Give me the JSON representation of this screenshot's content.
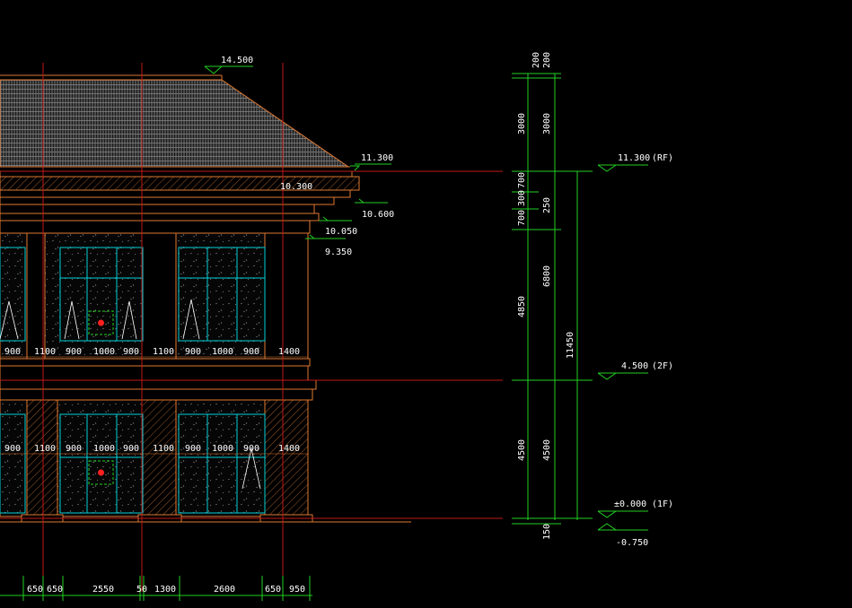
{
  "colors": {
    "background": "#000000",
    "wall": "#e07830",
    "wall_dark": "#b05a20",
    "roof": "#c8c8c8",
    "axis": "#c01818",
    "glass": "#00d0d8",
    "dim": "#22d022",
    "text": "#ffffff",
    "marker": "#ff2020",
    "marker_box": "#22d022"
  },
  "elevation_marks": {
    "ridge": "14.500",
    "eave": "11.300",
    "cornice_top": "10.300",
    "cornice_mid": "10.600",
    "cornice_low": "10.050",
    "beam": "9.350"
  },
  "window_dims_upper": [
    "900",
    "1100",
    "900",
    "1000",
    "900",
    "1100",
    "900",
    "1000",
    "900",
    "1400"
  ],
  "window_dims_lower": [
    "900",
    "1100",
    "900",
    "1000",
    "900",
    "1100",
    "900",
    "1000",
    "900",
    "1400"
  ],
  "bottom_dims": [
    "650",
    "650",
    "2550",
    "50",
    "1300",
    "2600",
    "650",
    "950"
  ],
  "dim_col1": [
    "200",
    "200",
    "3000",
    "700",
    "300",
    "700",
    "4850",
    "4500",
    "150"
  ],
  "dim_col2": [
    "3000",
    "250",
    "6800",
    "4500"
  ],
  "dim_total": "11450",
  "level_marks": [
    {
      "value": "11.300",
      "floor": "(RF)"
    },
    {
      "value": "4.500",
      "floor": "(2F)"
    },
    {
      "value": "±0.000",
      "floor": "(1F)"
    },
    {
      "value": "-0.750",
      "floor": ""
    }
  ]
}
